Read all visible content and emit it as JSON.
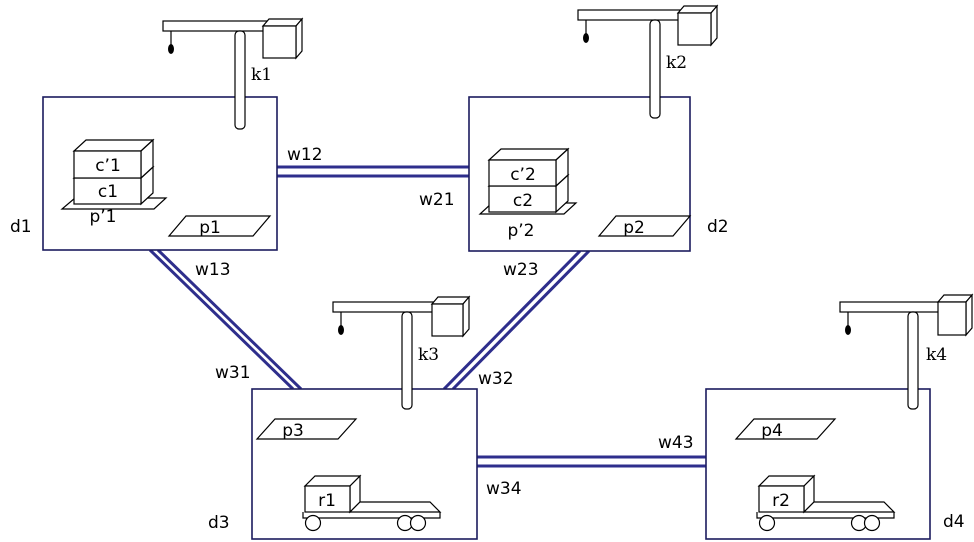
{
  "docks": {
    "d1": "d1",
    "d2": "d2",
    "d3": "d3",
    "d4": "d4"
  },
  "cranes": {
    "k1": "k1",
    "k2": "k2",
    "k3": "k3",
    "k4": "k4"
  },
  "piles": {
    "p1": "p1",
    "p2": "p2",
    "p3": "p3",
    "p4": "p4",
    "pp1": "p’1",
    "pp2": "p’2"
  },
  "containers": {
    "c1": "c1",
    "cp1": "c’1",
    "c2": "c2",
    "cp2": "c’2"
  },
  "robots": {
    "r1": "r1",
    "r2": "r2"
  },
  "roads": {
    "w12": "w12",
    "w21": "w21",
    "w13": "w13",
    "w31": "w31",
    "w23": "w23",
    "w32": "w32",
    "w34": "w34",
    "w43": "w43"
  },
  "colors": {
    "road": "#2e2e8c",
    "box_border": "#1c1c5e"
  }
}
